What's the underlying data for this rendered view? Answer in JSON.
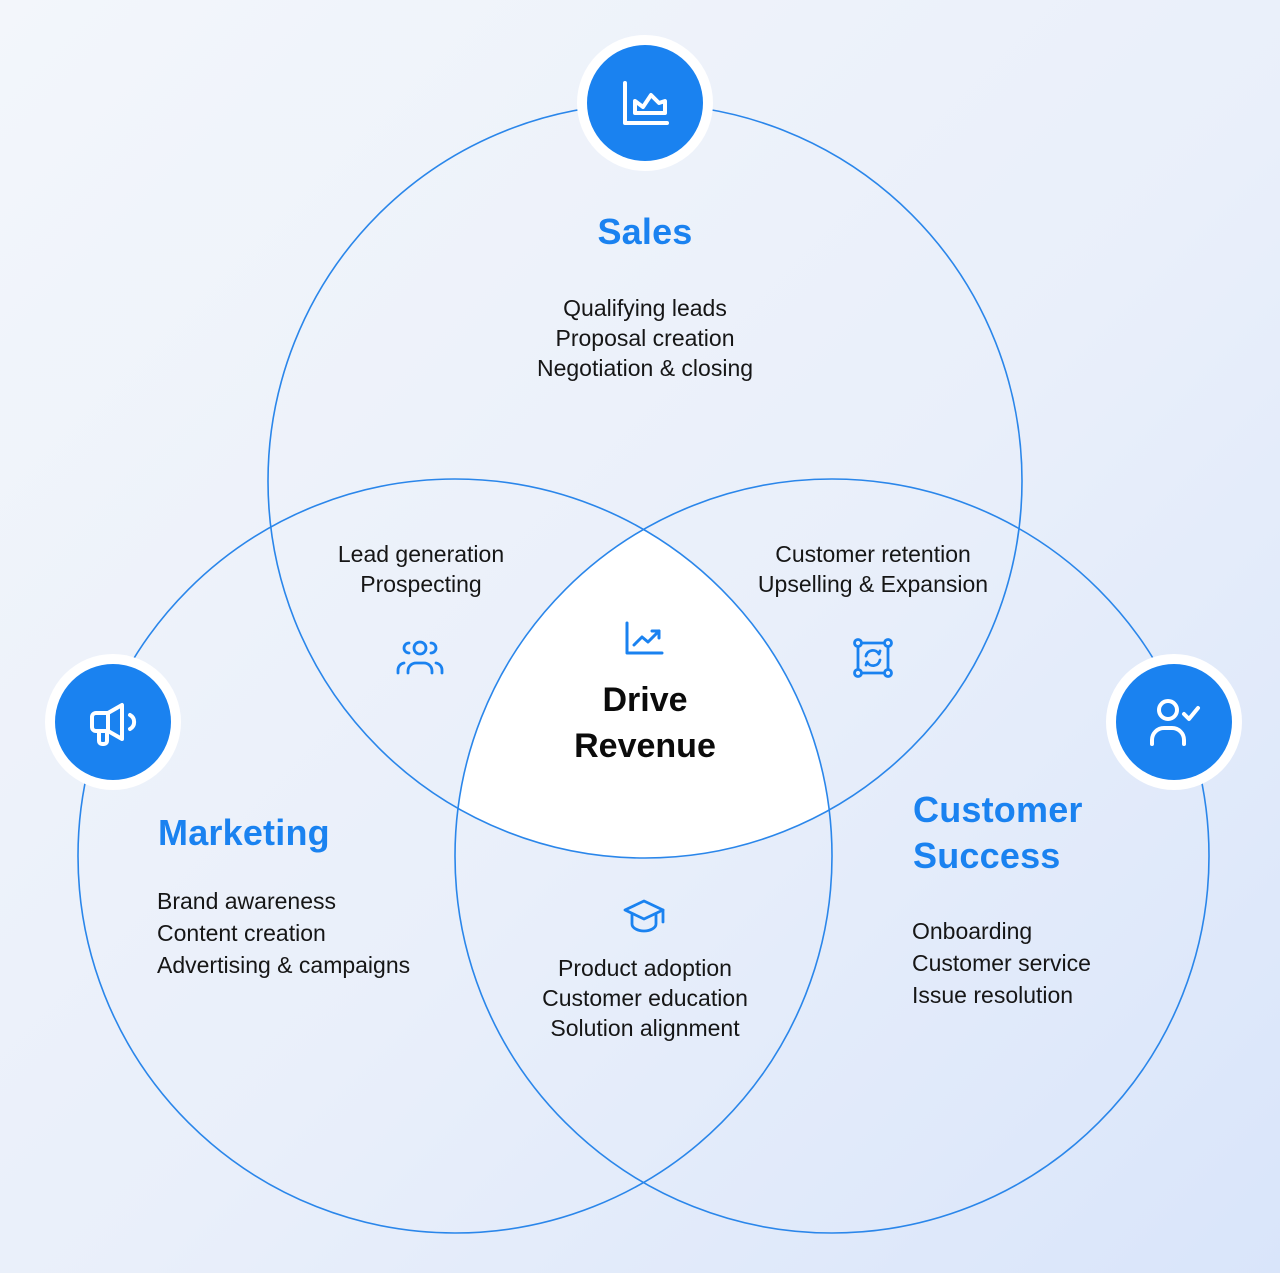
{
  "colors": {
    "accent": "#1a82f0",
    "circle_stroke": "#2a86ea",
    "center_fill": "#ffffff",
    "text": "#161616"
  },
  "center": {
    "title_line1": "Drive",
    "title_line2": "Revenue",
    "icon": "trend-up-icon"
  },
  "sales": {
    "title": "Sales",
    "icon": "chart-area-icon",
    "items": [
      "Qualifying leads",
      "Proposal creation",
      "Negotiation & closing"
    ]
  },
  "marketing": {
    "title": "Marketing",
    "icon": "megaphone-icon",
    "items": [
      "Brand awareness",
      "Content creation",
      "Advertising & campaigns"
    ]
  },
  "customer_success": {
    "title_line1": "Customer",
    "title_line2": "Success",
    "icon": "user-check-icon",
    "items": [
      "Onboarding",
      "Customer service",
      "Issue resolution"
    ]
  },
  "sales_marketing": {
    "icon": "users-group-icon",
    "items": [
      "Lead generation",
      "Prospecting"
    ]
  },
  "sales_success": {
    "icon": "cycle-exchange-icon",
    "items": [
      "Customer retention",
      "Upselling & Expansion"
    ]
  },
  "marketing_success": {
    "icon": "graduation-cap-icon",
    "items": [
      "Product adoption",
      "Customer education",
      "Solution alignment"
    ]
  }
}
